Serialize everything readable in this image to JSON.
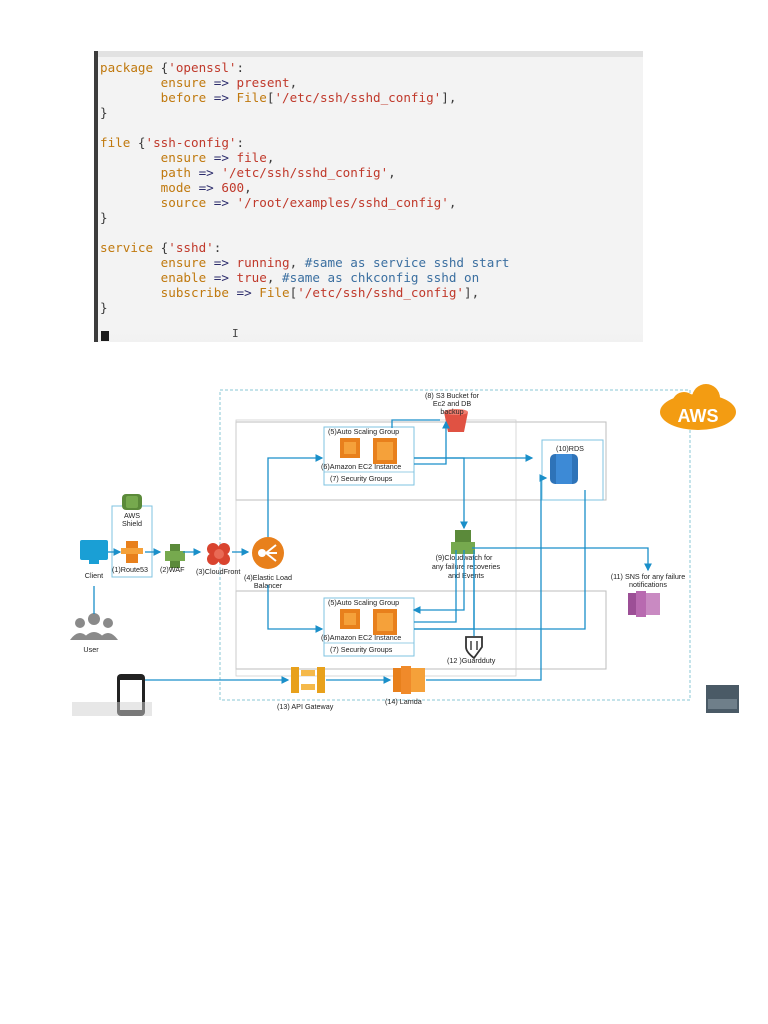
{
  "code": {
    "lines": [
      {
        "indent": "",
        "key": "package",
        "rest": " {",
        "name": "'openssl'",
        "tail": ":"
      },
      {
        "indent": "        ",
        "key": "ensure",
        "arrow": " => ",
        "value": "present",
        "tail": ","
      },
      {
        "indent": "        ",
        "key": "before",
        "arrow": " => ",
        "func": "File",
        "bracket": "[",
        "value": "'/etc/ssh/sshd_config'",
        "tail": "],"
      },
      {
        "text": "}"
      },
      {
        "text": ""
      },
      {
        "indent": "",
        "key": "file",
        "rest": " {",
        "name": "'ssh-config'",
        "tail": ":"
      },
      {
        "indent": "        ",
        "key": "ensure",
        "arrow": " => ",
        "value": "file",
        "tail": ","
      },
      {
        "indent": "        ",
        "key": "path",
        "arrow": " => ",
        "value": "'/etc/ssh/sshd_config'",
        "tail": ","
      },
      {
        "indent": "        ",
        "key": "mode",
        "arrow": " => ",
        "value": "600",
        "tail": ","
      },
      {
        "indent": "        ",
        "key": "source",
        "arrow": " => ",
        "value": "'/root/examples/sshd_config'",
        "tail": ","
      },
      {
        "text": "}"
      },
      {
        "text": ""
      },
      {
        "indent": "",
        "key": "service",
        "rest": " {",
        "name": "'sshd'",
        "tail": ":"
      },
      {
        "indent": "        ",
        "key": "ensure",
        "arrow": " => ",
        "value": "running",
        "tail": ", ",
        "comment": "#same as service sshd start"
      },
      {
        "indent": "        ",
        "key": "enable",
        "arrow": " => ",
        "value": "true",
        "tail": ", ",
        "comment": "#same as chkconfig sshd on"
      },
      {
        "indent": "        ",
        "key": "subscribe",
        "arrow": " => ",
        "func": "File",
        "bracket": "[",
        "value": "'/etc/ssh/sshd_config'",
        "tail": "],"
      },
      {
        "text": "}"
      }
    ]
  },
  "diagram": {
    "aws_badge": "AWS",
    "labels": {
      "s3": [
        "(8) S3 Bucket for",
        "Ec2 and DB",
        "backup"
      ],
      "asg_top": "(5)Auto Scaling Group",
      "ec2_top": "(6)Amazon EC2 Instance",
      "sg_top": "(7) Security Groups",
      "rds": "(10)RDS",
      "shield": [
        "AWS",
        "Shield"
      ],
      "client": "Client",
      "route53": "(1)Route53",
      "waf": "(2)WAF",
      "cloudfront": "(3)CloudFront",
      "elb": [
        "(4)Elastic Load",
        "Balancer"
      ],
      "cloudwatch": [
        "(9)Cloudwatch for",
        "any failure recoveries",
        "and Events"
      ],
      "sns": [
        "(11) SNS for any failure",
        "notifications"
      ],
      "user": "User",
      "asg_bottom": "(5)Auto Scaling Group",
      "ec2_bottom": "(6)Amazon EC2 Instance",
      "sg_bottom": "(7) Security Groups",
      "guardduty": "(12 )Guardduty",
      "api_gateway": "(13) API Gateway",
      "lambda": "(14) Lamda"
    },
    "colors": {
      "line": "#1a8fc9",
      "aws_orange": "#f39c12",
      "ec2_orange": "#e8801c",
      "rds_blue": "#2e73b8",
      "sns_purple": "#b86ab0",
      "s3_red": "#e05243",
      "cloudfront_red": "#d9442f",
      "shield_green": "#5b8a3a",
      "box_border": "#7fc3e0"
    }
  }
}
